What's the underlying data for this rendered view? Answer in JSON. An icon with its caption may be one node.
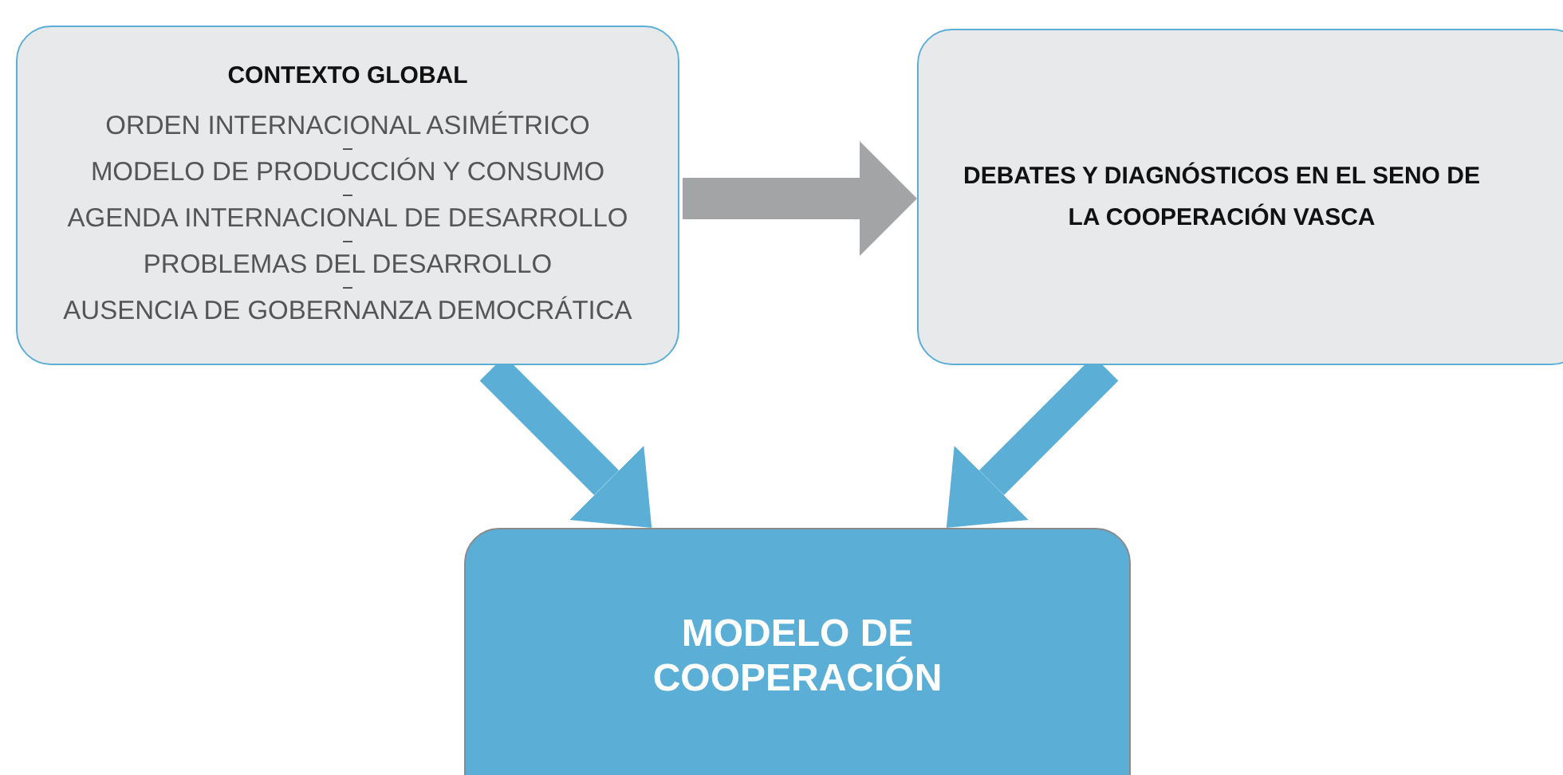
{
  "diagram": {
    "nodes": [
      {
        "text": [
          "CONTEXTO GLOBAL",
          "ORDEN INTERNACIONAL ASIMÉTRICO",
          "MODELO DE PRODUCCIÓN Y CONSUMO",
          "AGENDA INTERNACIONAL DE DESARROLLO",
          "PROBLEMAS DEL DESARROLLO",
          "AUSENCIA DE GOBERNANZA DEMOCRÁTICA"
        ]
      },
      {
        "text": [
          "DEBATES Y DIAGNÓSTICOS EN EL SENO DE LA COOPERACIÓN VASCA"
        ]
      },
      {
        "text": [
          "MODELO DE COOPERACIÓN"
        ]
      }
    ],
    "edges": [
      {
        "from": 0,
        "to": 1,
        "arrow": "to",
        "color": "#a3a4a6"
      },
      {
        "from": 0,
        "to": 2,
        "arrow": "to"
      },
      {
        "from": 1,
        "to": 2,
        "arrow": "to"
      }
    ]
  }
}
